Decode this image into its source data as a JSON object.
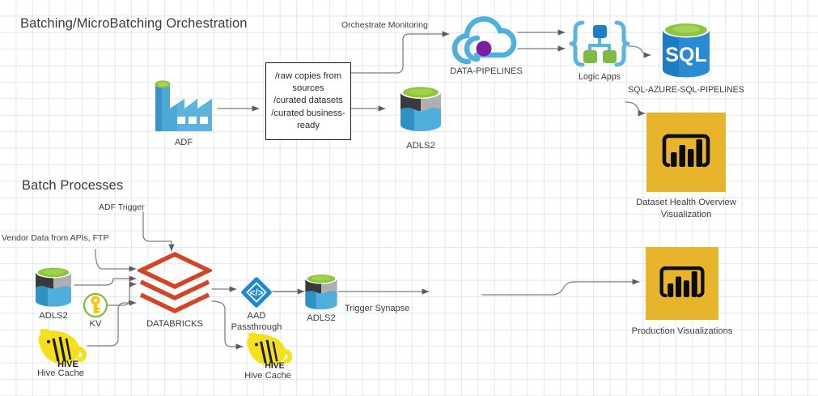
{
  "diagram": {
    "title_top": "Batching/MicroBatching Orchestration",
    "title_bottom": "Batch Processes",
    "colors": {
      "azure_blue": "#3999C6",
      "azure_blue_dark": "#2E7EA8",
      "green_top": "#8CC63E",
      "cylinder_dark": "#3A3A3A",
      "cylinder_gray": "#A3A3A3",
      "cylinder_blue": "#38A0D4",
      "sql_blue": "#1E7CC4",
      "logicapps_blue": "#59B4E0",
      "logicapps_node_blue": "#1F7FC4",
      "logicapps_green": "#7FBA42",
      "databricks_red": "#D24625",
      "powerbi_yellow": "#E8B42B",
      "hive_yellow": "#F5E11B",
      "aad_blue": "#1E88D8",
      "kv_green": "#7FBA42",
      "kv_key_yellow": "#F2C811",
      "pipeline_purple": "#7B1FA2",
      "line_gray": "#7A7A7A",
      "grid_gray": "#BECDD7"
    },
    "nodes": {
      "adf": {
        "label": "ADF",
        "icon": "azure-data-factory-icon"
      },
      "storage_textbox": {
        "text": "/raw copies from sources\n/curated datasets\n/curated business-ready"
      },
      "adls2_top": {
        "label": "ADLS2",
        "icon": "adls2-cylinder-icon"
      },
      "data_pipelines": {
        "label": "DATA-PIPELINES",
        "icon": "cloud-pipeline-icon"
      },
      "logic_apps": {
        "label": "Logic Apps",
        "icon": "logic-apps-icon"
      },
      "sql": {
        "label": "SQL",
        "sublabel": "SQL-AZURE-SQL-PIPELINES",
        "icon": "azure-sql-database-icon"
      },
      "pbi_health": {
        "label": "Dataset Health Overview Visualization",
        "icon": "power-bi-icon"
      },
      "pbi_production": {
        "label": "Production Visualizations",
        "icon": "power-bi-icon"
      },
      "adls2_bottom_left": {
        "label": "ADLS2",
        "icon": "adls2-cylinder-icon"
      },
      "kv": {
        "label": "KV",
        "icon": "key-vault-icon"
      },
      "hive_cache_left": {
        "label": "Hive Cache",
        "icon": "apache-hive-icon"
      },
      "databricks": {
        "label": "DATABRICKS",
        "icon": "databricks-icon"
      },
      "aad_passthrough": {
        "label": "AAD Passthrough",
        "icon": "aad-passthrough-icon"
      },
      "hive_cache_mid": {
        "label": "Hive Cache",
        "icon": "apache-hive-icon"
      },
      "adls2_bottom_mid": {
        "label": "ADLS2",
        "icon": "adls2-cylinder-icon"
      }
    },
    "edge_labels": {
      "orchestrate_monitoring": "Orchestrate Monitoring",
      "adf_trigger": "ADF Trigger",
      "vendor_data": "Vendor Data from APIs, FTP",
      "trigger_synapse": "Trigger Synapse"
    }
  }
}
